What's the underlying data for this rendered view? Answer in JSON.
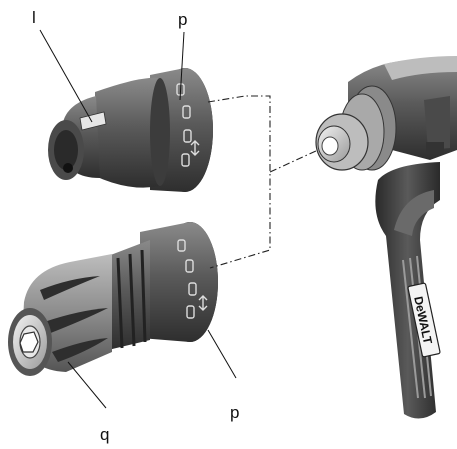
{
  "figure": {
    "callouts": {
      "l": "l",
      "p_top": "p",
      "p_bottom": "p",
      "q": "q"
    },
    "brand": "DeWALT"
  },
  "colors": {
    "ink": "#1a1a1a",
    "body_dark": "#3a3a3a",
    "body_mid": "#6a6a6a",
    "body_light": "#a8a8a8",
    "metal": "#cfcfcf",
    "background": "#ffffff"
  }
}
